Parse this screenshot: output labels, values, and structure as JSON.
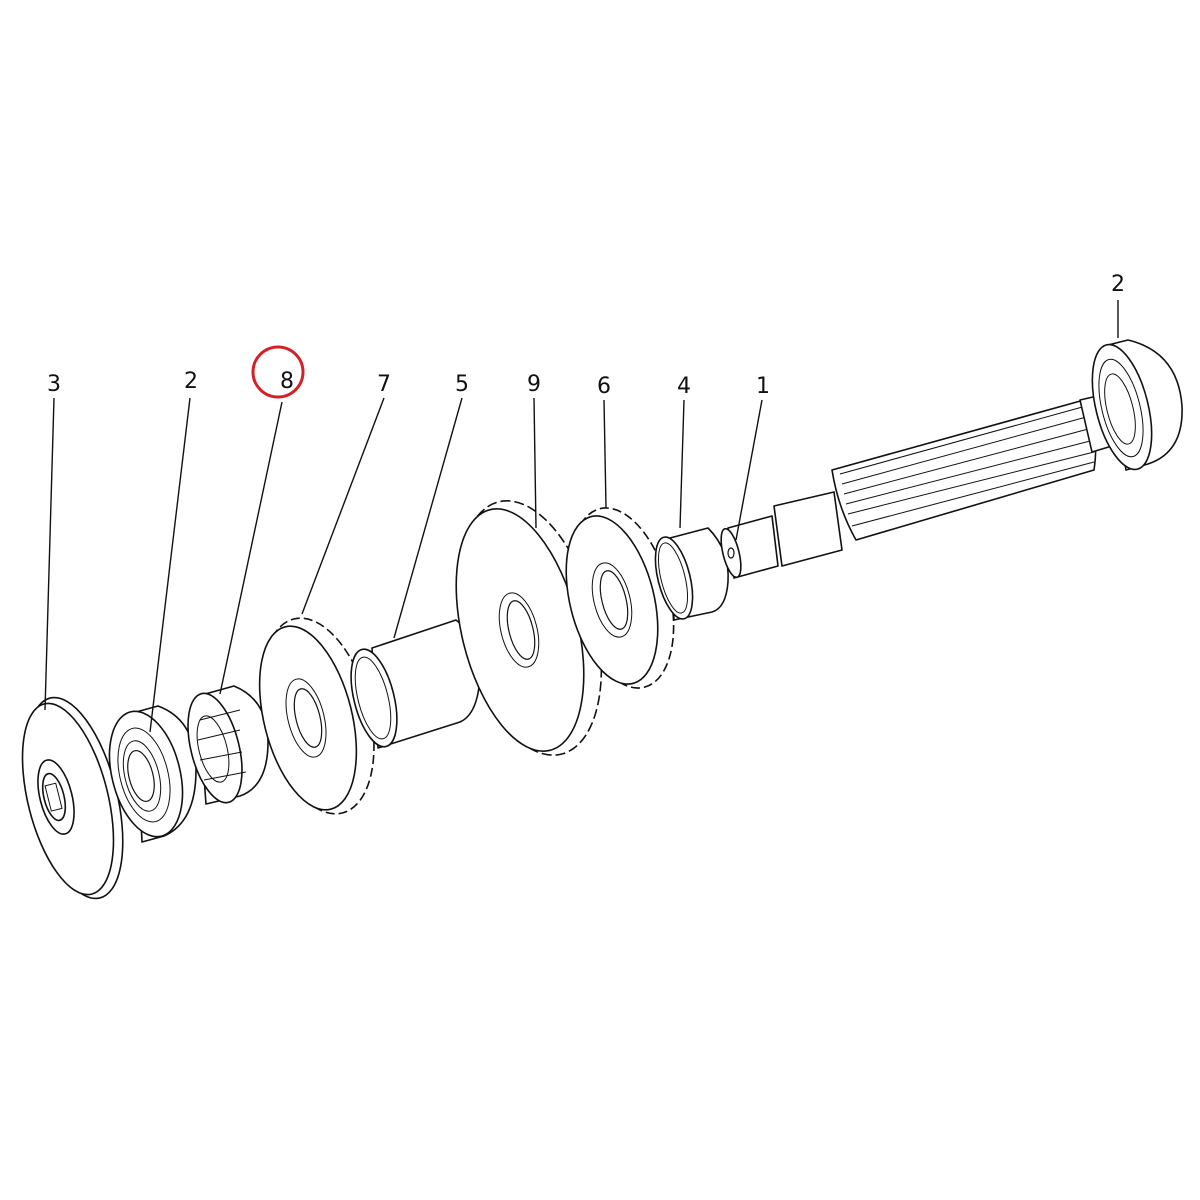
{
  "diagram": {
    "highlight_color": "#d42027",
    "highlighted_label": "8",
    "callouts": [
      {
        "id": "p3",
        "label": "3"
      },
      {
        "id": "p2a",
        "label": "2"
      },
      {
        "id": "p8",
        "label": "8"
      },
      {
        "id": "p7",
        "label": "7"
      },
      {
        "id": "p5",
        "label": "5"
      },
      {
        "id": "p9",
        "label": "9"
      },
      {
        "id": "p6",
        "label": "6"
      },
      {
        "id": "p4",
        "label": "4"
      },
      {
        "id": "p1",
        "label": "1"
      },
      {
        "id": "p2b",
        "label": "2"
      }
    ]
  }
}
